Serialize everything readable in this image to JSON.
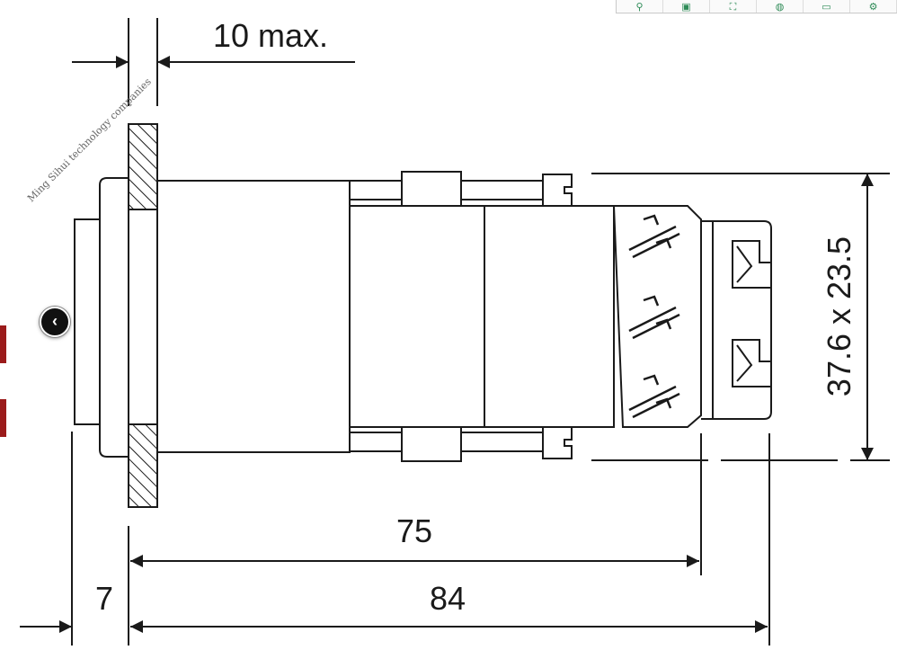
{
  "drawing": {
    "dim_panel_max": "10 max.",
    "dim_body_height": "37.6 x 23.5",
    "dim_depth_75": "75",
    "dim_depth_84": "84",
    "dim_bezel_7": "7"
  },
  "watermark": {
    "text": "Ming Sihui technology companies"
  },
  "viewer": {
    "prev_glyph": "‹",
    "toolbar_icons": [
      "zoom-icon",
      "save-icon",
      "fullscreen-icon",
      "globe-icon",
      "window-icon",
      "settings-icon"
    ],
    "toolbar_glyphs": [
      "⚲",
      "▣",
      "⛶",
      "◍",
      "▭",
      "⚙"
    ]
  },
  "colors": {
    "line": "#1a1a1a",
    "edge_accent": "#9b1b1b",
    "toolbar_icon": "#2e8b57"
  }
}
